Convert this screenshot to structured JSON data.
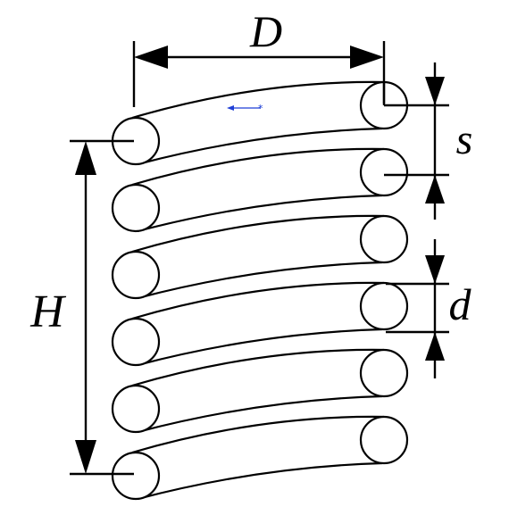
{
  "diagram": {
    "labels": {
      "diameter": "D",
      "pitch": "s",
      "wire_diameter": "d",
      "height": "H"
    },
    "colors": {
      "line": "#000000",
      "background": "#ffffff",
      "marker": "#1f3fd6"
    },
    "coil_count": 6
  }
}
